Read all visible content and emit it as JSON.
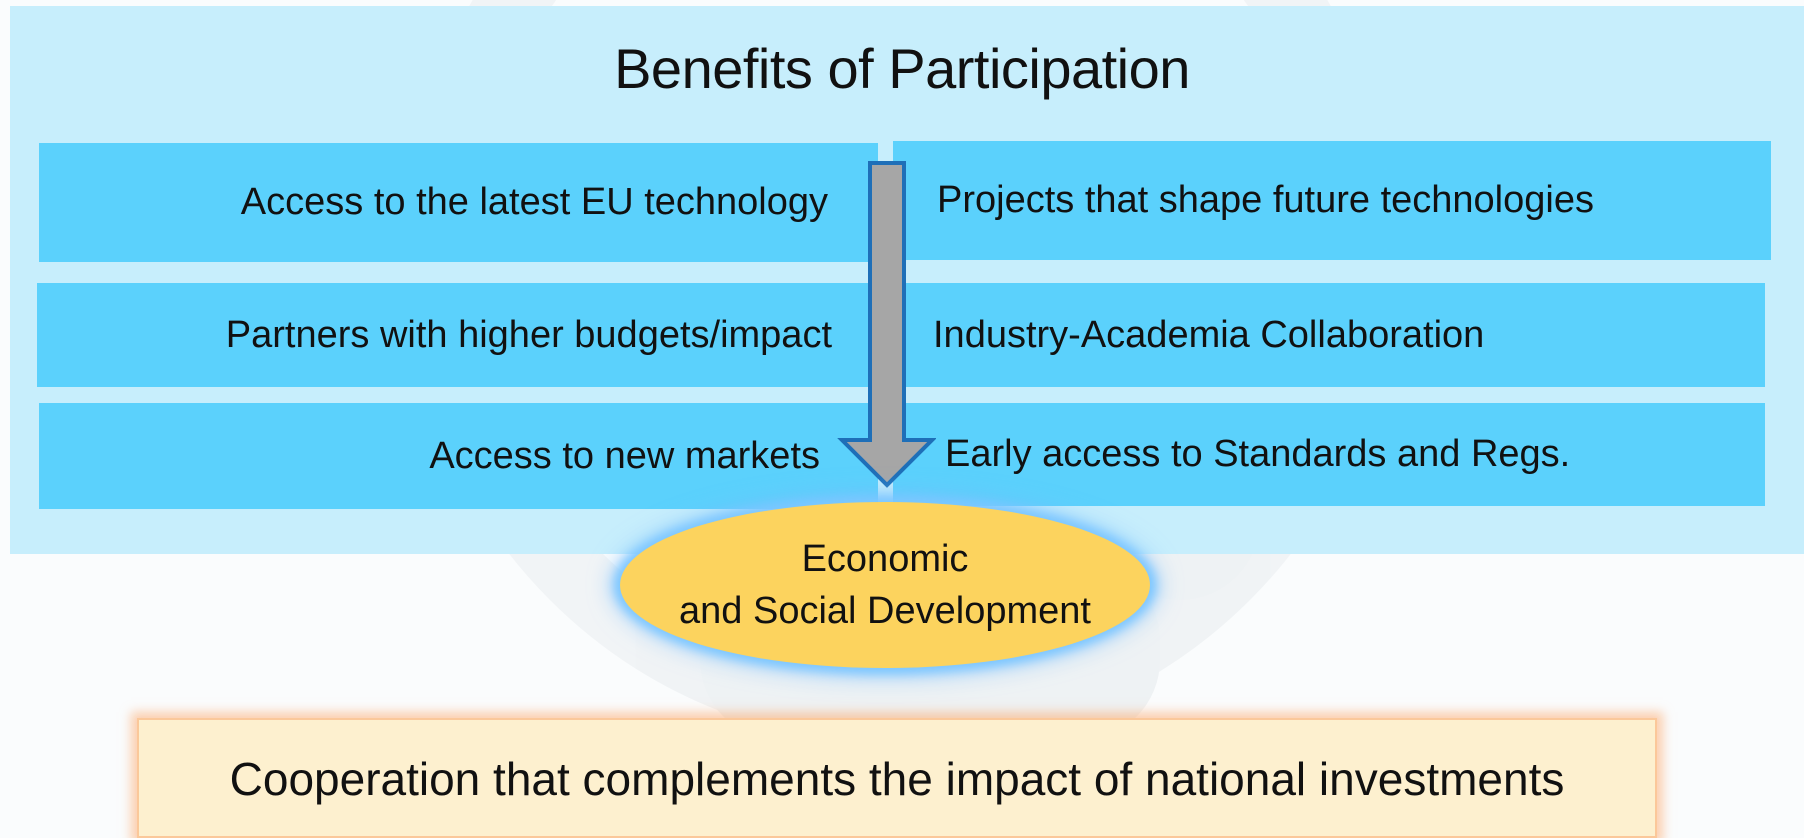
{
  "title": "Benefits of Participation",
  "left_benefits": [
    "Access to the latest EU technology",
    "Partners with higher budgets/impact",
    "Access to new markets"
  ],
  "right_benefits": [
    "Projects that shape future technologies",
    "Industry-Academia Collaboration",
    "Early access to Standards and Regs."
  ],
  "outcome": {
    "line1": "Economic",
    "line2": "and Social Development"
  },
  "footer": "Cooperation that complements the impact of national investments",
  "colors": {
    "panel_background": "#c7eefc",
    "benefit_box": "#5bd1fc",
    "arrow_fill": "#a6a6a6",
    "arrow_outline": "#1e6fb8",
    "outcome_fill": "#fcd35e",
    "footer_fill": "#fdf0cf"
  }
}
